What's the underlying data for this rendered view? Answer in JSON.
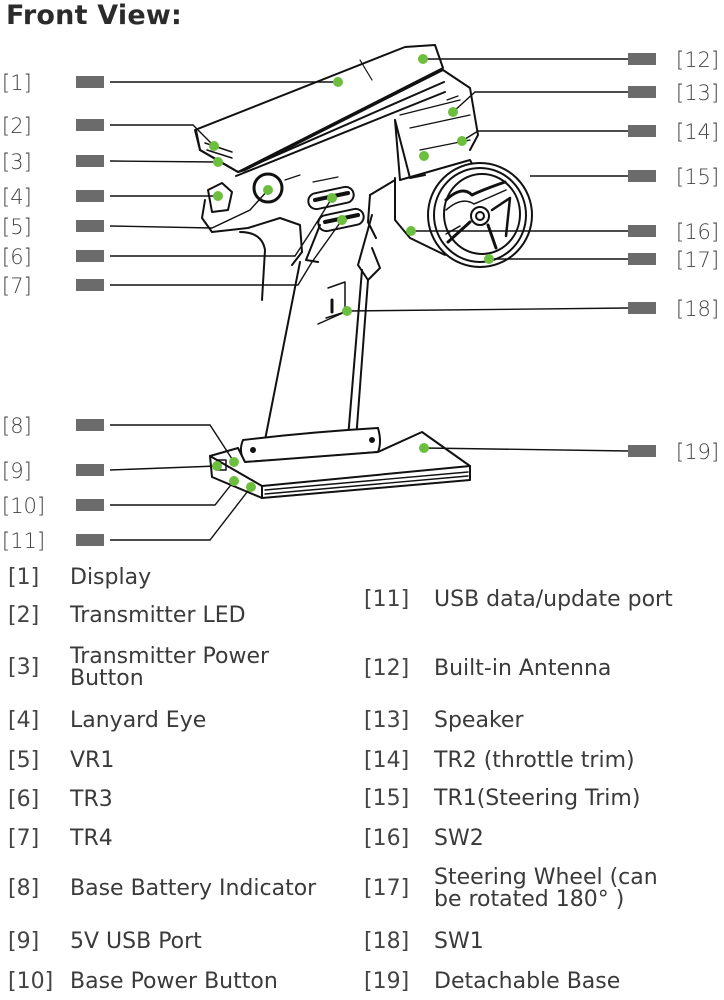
{
  "title": "Front View:",
  "colors": {
    "dot": "#6cbf3e",
    "marker": "#6b6b6b",
    "line": "#111111",
    "text": "#3a3a3a"
  },
  "callouts": [
    {
      "id": 1,
      "tag": "[1]",
      "label": "Display"
    },
    {
      "id": 2,
      "tag": "[2]",
      "label": "Transmitter LED"
    },
    {
      "id": 3,
      "tag": "[3]",
      "label": "Transmitter Power Button"
    },
    {
      "id": 4,
      "tag": "[4]",
      "label": "Lanyard Eye"
    },
    {
      "id": 5,
      "tag": "[5]",
      "label": "VR1"
    },
    {
      "id": 6,
      "tag": "[6]",
      "label": "TR3"
    },
    {
      "id": 7,
      "tag": "[7]",
      "label": "TR4"
    },
    {
      "id": 8,
      "tag": "[8]",
      "label": "Base Battery Indicator"
    },
    {
      "id": 9,
      "tag": "[9]",
      "label": "5V USB Port"
    },
    {
      "id": 10,
      "tag": "[10]",
      "label": "Base Power Button"
    },
    {
      "id": 11,
      "tag": "[11]",
      "label": "USB data/update port"
    },
    {
      "id": 12,
      "tag": "[12]",
      "label": "Built-in Antenna"
    },
    {
      "id": 13,
      "tag": "[13]",
      "label": "Speaker"
    },
    {
      "id": 14,
      "tag": "[14]",
      "label": "TR2 (throttle trim)"
    },
    {
      "id": 15,
      "tag": "[15]",
      "label": "TR1(Steering Trim)"
    },
    {
      "id": 16,
      "tag": "[16]",
      "label": "SW2"
    },
    {
      "id": 17,
      "tag": "[17]",
      "label": "Steering Wheel (can be rotated 180° )"
    },
    {
      "id": 18,
      "tag": "[18]",
      "label": "SW1"
    },
    {
      "id": 19,
      "tag": "[19]",
      "label": "Detachable Base"
    }
  ],
  "legend": {
    "left": [
      {
        "tag": "[1]",
        "label": "Display"
      },
      {
        "tag": "[2]",
        "label": "Transmitter LED"
      },
      {
        "tag": "[3]",
        "label_lines": [
          "Transmitter Power",
          "Button"
        ]
      },
      {
        "tag": "[4]",
        "label": "Lanyard Eye"
      },
      {
        "tag": "[5]",
        "label": "VR1"
      },
      {
        "tag": "[6]",
        "label": "TR3"
      },
      {
        "tag": "[7]",
        "label": "TR4"
      },
      {
        "tag": "[8]",
        "label": "Base Battery Indicator"
      },
      {
        "tag": "[9]",
        "label": "5V USB Port"
      },
      {
        "tag": "[10]",
        "label": "Base Power Button"
      }
    ],
    "right": [
      {
        "tag": "[11]",
        "label": "USB data/update port"
      },
      {
        "tag": "[12]",
        "label": "Built-in Antenna"
      },
      {
        "tag": "[13]",
        "label": "Speaker"
      },
      {
        "tag": "[14]",
        "label": "TR2 (throttle trim)"
      },
      {
        "tag": "[15]",
        "label": "TR1(Steering Trim)"
      },
      {
        "tag": "[16]",
        "label": "SW2"
      },
      {
        "tag": "[17]",
        "label_lines": [
          "Steering Wheel (can",
          "be rotated 180° )"
        ]
      },
      {
        "tag": "[18]",
        "label": "SW1"
      },
      {
        "tag": "[19]",
        "label": "Detachable Base"
      }
    ]
  }
}
